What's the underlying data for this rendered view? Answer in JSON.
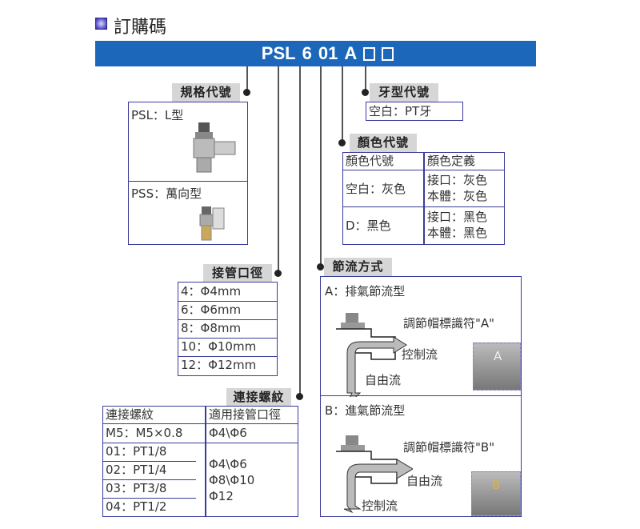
{
  "title": "訂購碼",
  "code": {
    "parts": [
      "PSL",
      "6",
      "01",
      "A"
    ]
  },
  "spec": {
    "label": "規格代號",
    "items": [
      {
        "text": "PSL：L型"
      },
      {
        "text": "PSS：萬向型"
      }
    ]
  },
  "thread_type": {
    "label": "牙型代號",
    "value": "空白：PT牙"
  },
  "color": {
    "label": "顏色代號",
    "headers": [
      "顏色代號",
      "顏色定義"
    ],
    "rows": [
      {
        "code": "空白：灰色",
        "def1": "接口：灰色",
        "def2": "本體：灰色"
      },
      {
        "code": "D：黑色",
        "def1": "接口：黑色",
        "def2": "本體：黑色"
      }
    ]
  },
  "tube": {
    "label": "接管口徑",
    "rows": [
      "4：Φ4mm",
      "6：Φ6mm",
      "8：Φ8mm",
      "10：Φ10mm",
      "12：Φ12mm"
    ]
  },
  "thread": {
    "label": "連接螺紋",
    "headers": [
      "連接螺紋",
      "適用接管口徑"
    ],
    "m5": [
      "M5：M5×0.8",
      "Φ4\\Φ6"
    ],
    "rows": [
      "01：PT1/8",
      "02：PT1/4",
      "03：PT3/8",
      "04：PT1/2"
    ],
    "shared": [
      "Φ4\\Φ6",
      "Φ8\\Φ10",
      "Φ12"
    ]
  },
  "flow": {
    "label": "節流方式",
    "a": {
      "title": "A：排氣節流型",
      "cap": "調節帽標識符\"A\"",
      "out": "控制流",
      "down": "自由流",
      "mark": "A"
    },
    "b": {
      "title": "B：進氣節流型",
      "cap": "調節帽標識符\"B\"",
      "out": "自由流",
      "down": "控制流",
      "mark": "B"
    }
  }
}
